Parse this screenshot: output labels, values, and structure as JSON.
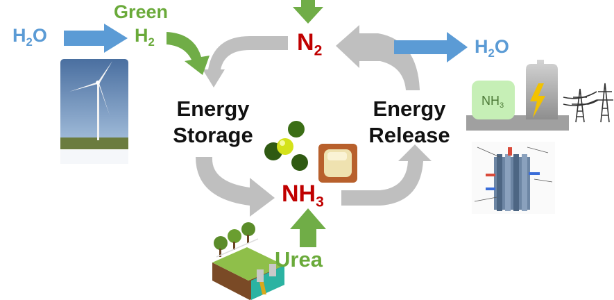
{
  "labels": {
    "h2o_in": {
      "base": "H",
      "sub": "2",
      "rest": "O"
    },
    "green": "Green",
    "h2": {
      "base": "H",
      "sub": "2"
    },
    "n2": {
      "base": "N",
      "sub": "2"
    },
    "h2o_out": {
      "base": "H",
      "sub": "2",
      "rest": "O"
    },
    "energy_storage": [
      "Energy",
      "Storage"
    ],
    "energy_release": [
      "Energy",
      "Release"
    ],
    "nh3": {
      "base": "NH",
      "sub": "3"
    },
    "urea": "Urea",
    "tank_label": {
      "base": "NH",
      "sub": "3"
    }
  },
  "colors": {
    "blue_arrow": "#5b9bd5",
    "green_arrow": "#70ad47",
    "cycle_arrow": "#bfbfbf",
    "n2_nh3": "#c00000",
    "text": "#111111"
  },
  "icons": [
    "wind-turbine-icon",
    "ammonia-molecule-icon",
    "ammonia-solid-block-icon",
    "power-plant-icon",
    "power-tower-icon",
    "fuel-cell-stack-icon",
    "urea-farm-icon"
  ]
}
